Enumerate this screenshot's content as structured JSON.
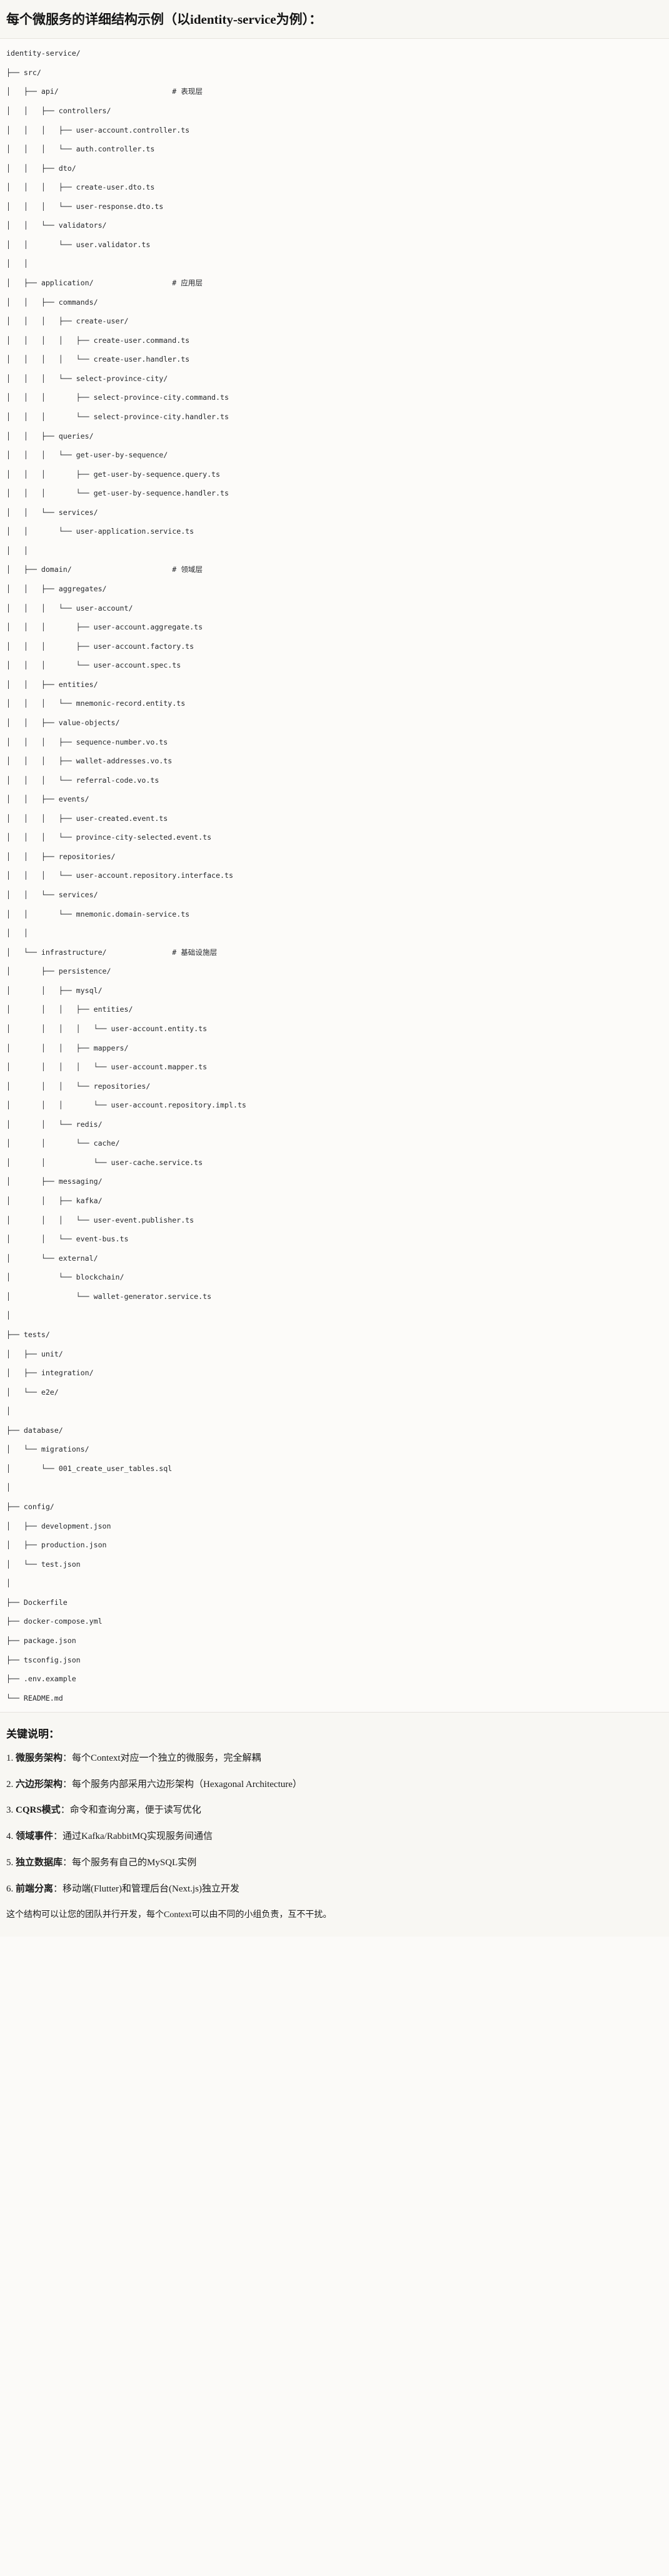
{
  "title": "每个微服务的详细结构示例（以identity-service为例）：",
  "tree": {
    "root": "identity-service/",
    "lines": [
      "identity-service/",
      "├── src/",
      "│   ├── api/                          # 表现层",
      "│   │   ├── controllers/",
      "│   │   │   ├── user-account.controller.ts",
      "│   │   │   └── auth.controller.ts",
      "│   │   ├── dto/",
      "│   │   │   ├── create-user.dto.ts",
      "│   │   │   └── user-response.dto.ts",
      "│   │   └── validators/",
      "│   │       └── user.validator.ts",
      "│   │",
      "│   ├── application/                  # 应用层",
      "│   │   ├── commands/",
      "│   │   │   ├── create-user/",
      "│   │   │   │   ├── create-user.command.ts",
      "│   │   │   │   └── create-user.handler.ts",
      "│   │   │   └── select-province-city/",
      "│   │   │       ├── select-province-city.command.ts",
      "│   │   │       └── select-province-city.handler.ts",
      "│   │   ├── queries/",
      "│   │   │   └── get-user-by-sequence/",
      "│   │   │       ├── get-user-by-sequence.query.ts",
      "│   │   │       └── get-user-by-sequence.handler.ts",
      "│   │   └── services/",
      "│   │       └── user-application.service.ts",
      "│   │",
      "│   ├── domain/                       # 领域层",
      "│   │   ├── aggregates/",
      "│   │   │   └── user-account/",
      "│   │   │       ├── user-account.aggregate.ts",
      "│   │   │       ├── user-account.factory.ts",
      "│   │   │       └── user-account.spec.ts",
      "│   │   ├── entities/",
      "│   │   │   └── mnemonic-record.entity.ts",
      "│   │   ├── value-objects/",
      "│   │   │   ├── sequence-number.vo.ts",
      "│   │   │   ├── wallet-addresses.vo.ts",
      "│   │   │   └── referral-code.vo.ts",
      "│   │   ├── events/",
      "│   │   │   ├── user-created.event.ts",
      "│   │   │   └── province-city-selected.event.ts",
      "│   │   ├── repositories/",
      "│   │   │   └── user-account.repository.interface.ts",
      "│   │   └── services/",
      "│   │       └── mnemonic.domain-service.ts",
      "│   │",
      "│   └── infrastructure/               # 基础设施层",
      "│       ├── persistence/",
      "│       │   ├── mysql/",
      "│       │   │   ├── entities/",
      "│       │   │   │   └── user-account.entity.ts",
      "│       │   │   ├── mappers/",
      "│       │   │   │   └── user-account.mapper.ts",
      "│       │   │   └── repositories/",
      "│       │   │       └── user-account.repository.impl.ts",
      "│       │   └── redis/",
      "│       │       └── cache/",
      "│       │           └── user-cache.service.ts",
      "│       ├── messaging/",
      "│       │   ├── kafka/",
      "│       │   │   └── user-event.publisher.ts",
      "│       │   └── event-bus.ts",
      "│       └── external/",
      "│           └── blockchain/",
      "│               └── wallet-generator.service.ts",
      "│",
      "├── tests/",
      "│   ├── unit/",
      "│   ├── integration/",
      "│   └── e2e/",
      "│",
      "├── database/",
      "│   └── migrations/",
      "│       └── 001_create_user_tables.sql",
      "│",
      "├── config/",
      "│   ├── development.json",
      "│   ├── production.json",
      "│   └── test.json",
      "│",
      "├── Dockerfile",
      "├── docker-compose.yml",
      "├── package.json",
      "├── tsconfig.json",
      "├── .env.example",
      "└── README.md"
    ]
  },
  "notes": {
    "heading": "关键说明：",
    "items": [
      {
        "num": "1.",
        "key": "微服务架构",
        "sep": "：",
        "value": "每个Context对应一个独立的微服务，完全解耦"
      },
      {
        "num": "2.",
        "key": "六边形架构",
        "sep": "：",
        "value": "每个服务内部采用六边形架构（Hexagonal Architecture）"
      },
      {
        "num": "3.",
        "key": "CQRS模式",
        "sep": "：",
        "value": "命令和查询分离，便于读写优化"
      },
      {
        "num": "4.",
        "key": "领域事件",
        "sep": "：",
        "value": "通过Kafka/RabbitMQ实现服务间通信"
      },
      {
        "num": "5.",
        "key": "独立数据库",
        "sep": "：",
        "value": "每个服务有自己的MySQL实例"
      },
      {
        "num": "6.",
        "key": "前端分离",
        "sep": "：",
        "value": "移动端(Flutter)和管理后台(Next.js)独立开发"
      }
    ],
    "closing": "这个结构可以让您的团队并行开发，每个Context可以由不同的小组负责，互不干扰。"
  },
  "colors": {
    "page_bg": "#fbfaf8",
    "panel_bg": "#f8f7f3",
    "text": "#1b1b1b",
    "code_text": "#25272b",
    "rule": "#e6e3de"
  }
}
